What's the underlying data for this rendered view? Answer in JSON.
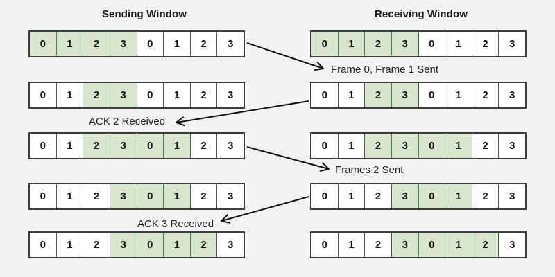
{
  "sending_window": {
    "title": "Sending Window",
    "rows": [
      {
        "cells": [
          "0",
          "1",
          "2",
          "3",
          "0",
          "1",
          "2",
          "3"
        ],
        "highlighted": [
          0,
          1,
          2,
          3
        ]
      },
      {
        "cells": [
          "0",
          "1",
          "2",
          "3",
          "0",
          "1",
          "2",
          "3"
        ],
        "highlighted": [
          2,
          3
        ]
      },
      {
        "cells": [
          "0",
          "1",
          "2",
          "3",
          "0",
          "1",
          "2",
          "3"
        ],
        "highlighted": [
          2,
          3,
          4,
          5
        ]
      },
      {
        "cells": [
          "0",
          "1",
          "2",
          "3",
          "0",
          "1",
          "2",
          "3"
        ],
        "highlighted": [
          3,
          4,
          5
        ]
      },
      {
        "cells": [
          "0",
          "1",
          "2",
          "3",
          "0",
          "1",
          "2",
          "3"
        ],
        "highlighted": [
          3,
          4,
          5,
          6
        ]
      }
    ]
  },
  "receiving_window": {
    "title": "Receiving Window",
    "rows": [
      {
        "cells": [
          "0",
          "1",
          "2",
          "3",
          "0",
          "1",
          "2",
          "3"
        ],
        "highlighted": [
          0,
          1,
          2,
          3
        ]
      },
      {
        "cells": [
          "0",
          "1",
          "2",
          "3",
          "0",
          "1",
          "2",
          "3"
        ],
        "highlighted": [
          2,
          3
        ]
      },
      {
        "cells": [
          "0",
          "1",
          "2",
          "3",
          "0",
          "1",
          "2",
          "3"
        ],
        "highlighted": [
          2,
          3,
          4,
          5
        ]
      },
      {
        "cells": [
          "0",
          "1",
          "2",
          "3",
          "0",
          "1",
          "2",
          "3"
        ],
        "highlighted": [
          3,
          4,
          5
        ]
      },
      {
        "cells": [
          "0",
          "1",
          "2",
          "3",
          "0",
          "1",
          "2",
          "3"
        ],
        "highlighted": [
          3,
          4,
          5,
          6
        ]
      }
    ]
  },
  "annotations": {
    "frame01_sent": "Frame 0, Frame 1 Sent",
    "ack2_received": "ACK 2 Received",
    "frames2_sent": "Frames 2 Sent",
    "ack3_received": "ACK 3 Received"
  },
  "colors": {
    "background": "#f2f2f2",
    "cell_fill": "#ffffff",
    "highlight_fill": "#d7e7cd",
    "border": "#3d3d3d",
    "arrow": "#111111",
    "text": "#1a1a1a"
  }
}
